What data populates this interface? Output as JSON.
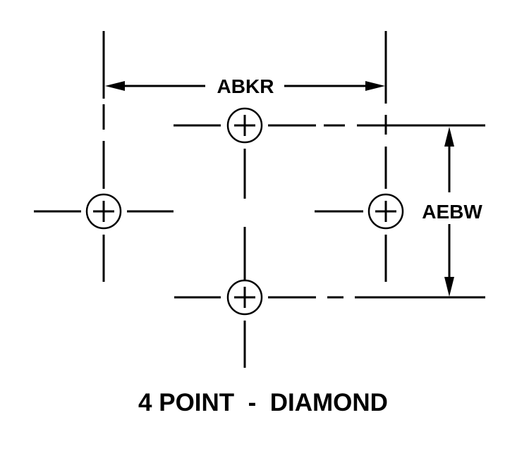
{
  "diagram": {
    "dimension_horizontal": "ABKR",
    "dimension_vertical": "AEBW",
    "caption": "4 POINT  -  DIAMOND"
  },
  "colors": {
    "stroke": "#000000",
    "background": "#ffffff"
  }
}
